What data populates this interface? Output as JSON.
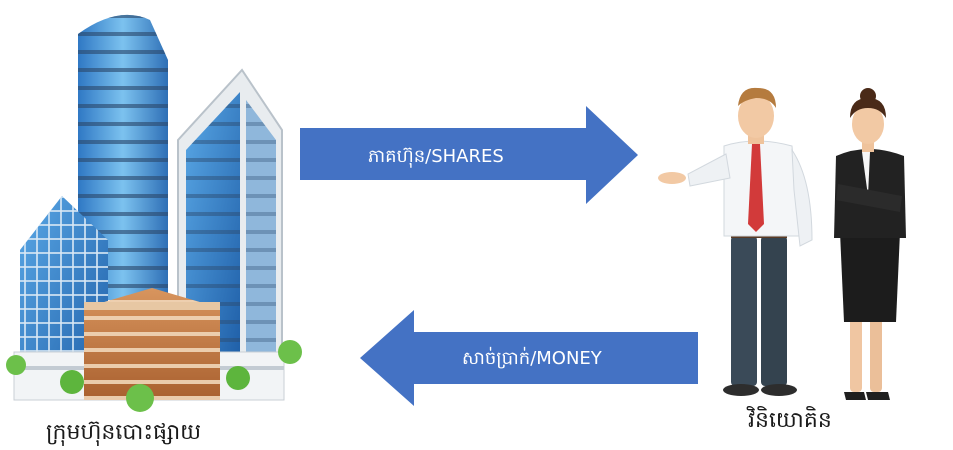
{
  "company": {
    "label": "ក្រុមហ៊ុនបោះផ្សាយ"
  },
  "investors": {
    "label": "វិនិយោគិន"
  },
  "arrows": {
    "shares": {
      "label": "ភាគហ៊ុន/SHARES",
      "direction": "right"
    },
    "money": {
      "label": "សាច់ប្រាក់/MONEY",
      "direction": "left"
    }
  },
  "colors": {
    "arrow_fill": "#4472c4",
    "arrow_text": "#ffffff",
    "building_glass": "#4f9ad8",
    "building_brick": "#c87a42",
    "tie": "#d23a3a"
  },
  "icons": [
    "office-buildings-icon",
    "businessman-icon",
    "businesswoman-icon"
  ]
}
